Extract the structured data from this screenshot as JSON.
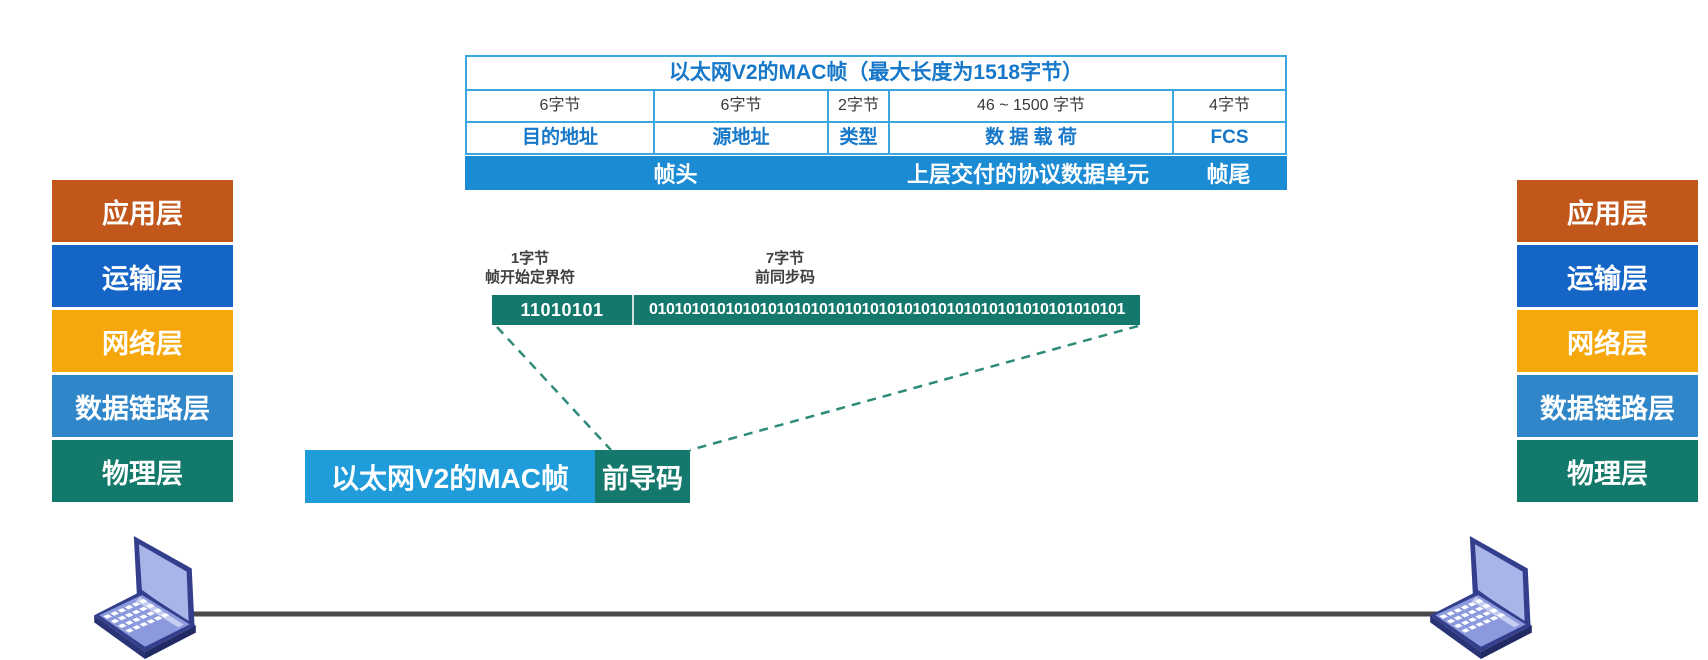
{
  "frame_table": {
    "title": "以太网V2的MAC帧（最大长度为1518字节）",
    "col_sizes": [
      "6字节",
      "6字节",
      "2字节",
      "46 ~ 1500 字节",
      "4字节"
    ],
    "col_fields": [
      "目的地址",
      "源地址",
      "类型",
      "数 据 载 荷",
      "FCS"
    ],
    "footer_header": "帧头",
    "footer_payload": "上层交付的协议数据单元",
    "footer_trailer": "帧尾"
  },
  "preamble_bar": {
    "sfd_size": "1字节",
    "sfd_name": "帧开始定界符",
    "sfd_bits": "11010101",
    "sync_size": "7字节",
    "sync_name": "前同步码",
    "sync_bits": "01010101010101010101010101010101010101010101010101010101"
  },
  "callouts": {
    "mac_frame_label": "以太网V2的MAC帧",
    "preamble_label": "前导码"
  },
  "protocol_stack": {
    "layers": [
      {
        "label": "应用层",
        "color": "#c1571a"
      },
      {
        "label": "运输层",
        "color": "#1565c6"
      },
      {
        "label": "网络层",
        "color": "#f6a70b"
      },
      {
        "label": "数据链路层",
        "color": "#2f87c9"
      },
      {
        "label": "物理层",
        "color": "#13796b"
      }
    ]
  },
  "colors": {
    "table_border": "#3aa8de",
    "table_text_blue": "#1777c9",
    "footer_band_blue": "#1b8bd3",
    "bits_teal": "#15786d",
    "mac_label_blue": "#219cda",
    "dashed_line_teal": "#2e8b7a",
    "cable_gray": "#4a4a4a"
  }
}
